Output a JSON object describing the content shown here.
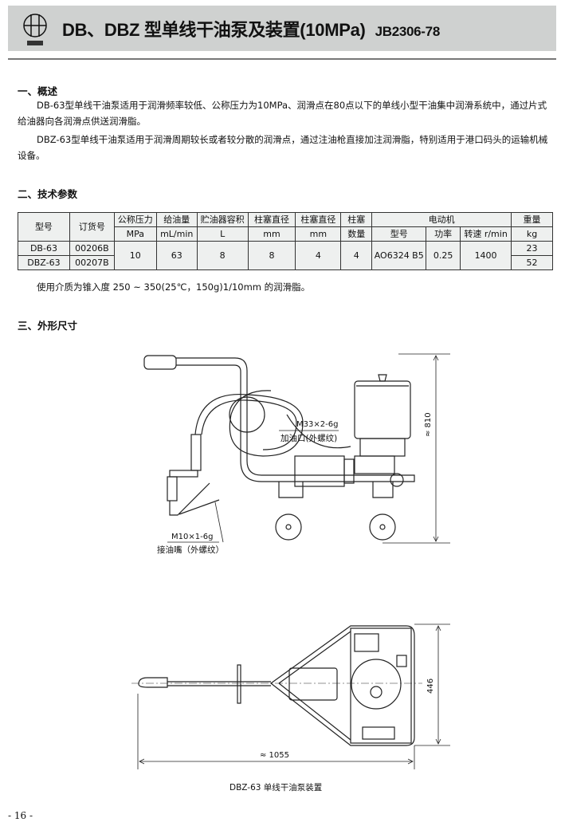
{
  "header": {
    "title": "DB、DBZ 型单线干油泵及装置(10MPa)",
    "standard": "JB2306-78",
    "logo_icon": "company-logo"
  },
  "section1": {
    "heading": "一、概述",
    "paragraphs": [
      "DB-63型单线干油泵适用于润滑频率较低、公称压力为10MPa、润滑点在80点以下的单线小型干油集中润滑系统中，通过片式给油器向各润滑点供送润滑脂。",
      "DBZ-63型单线干油泵适用于润滑周期较长或者较分散的润滑点，通过注油枪直接加注润滑脂，特别适用于港口码头的运输机械设备。"
    ]
  },
  "section2": {
    "heading": "二、技术参数",
    "table": {
      "headers": {
        "model": "型号",
        "order_no": "订货号",
        "pressure": "公称压力",
        "pressure_unit": "MPa",
        "flow": "给油量",
        "flow_unit": "mL/min",
        "reservoir": "贮油器容积",
        "reservoir_unit": "L",
        "plunger_dia1": "柱塞直径",
        "plunger_dia1_unit": "mm",
        "plunger_dia2": "柱塞直径",
        "plunger_dia2_unit": "mm",
        "plunger_count": "柱塞",
        "plunger_count2": "数量",
        "motor": "电动机",
        "motor_model": "型号",
        "motor_power": "功率",
        "motor_speed": "转速 r/min",
        "weight": "重量",
        "weight_unit": "kg"
      },
      "rows": [
        {
          "model": "DB-63",
          "order_no": "00206B",
          "weight": "23"
        },
        {
          "model": "DBZ-63",
          "order_no": "00207B",
          "weight": "52"
        }
      ],
      "shared": {
        "pressure": "10",
        "flow": "63",
        "reservoir": "8",
        "plunger_dia1": "8",
        "plunger_dia2": "4",
        "plunger_count": "4",
        "motor_model": "AO6324 B5",
        "motor_power": "0.25",
        "motor_speed": "1400"
      }
    },
    "note": "使用介质为锥入度 250 ~ 350(25℃，150g)1/10mm 的润滑脂。"
  },
  "section3": {
    "heading": "三、外形尺寸",
    "side_view": {
      "fill_port_thread": "M33×2-6g",
      "fill_port_label": "加油口(外螺纹)",
      "nozzle_thread": "M10×1-6g",
      "nozzle_label": "接油嘴（外螺纹）",
      "height_dim": "≈ 810"
    },
    "top_view": {
      "width_dim": "446",
      "length_dim": "≈ 1055"
    },
    "caption": "DBZ-63 单线干油泵装置"
  },
  "page_number": "- 16 -"
}
